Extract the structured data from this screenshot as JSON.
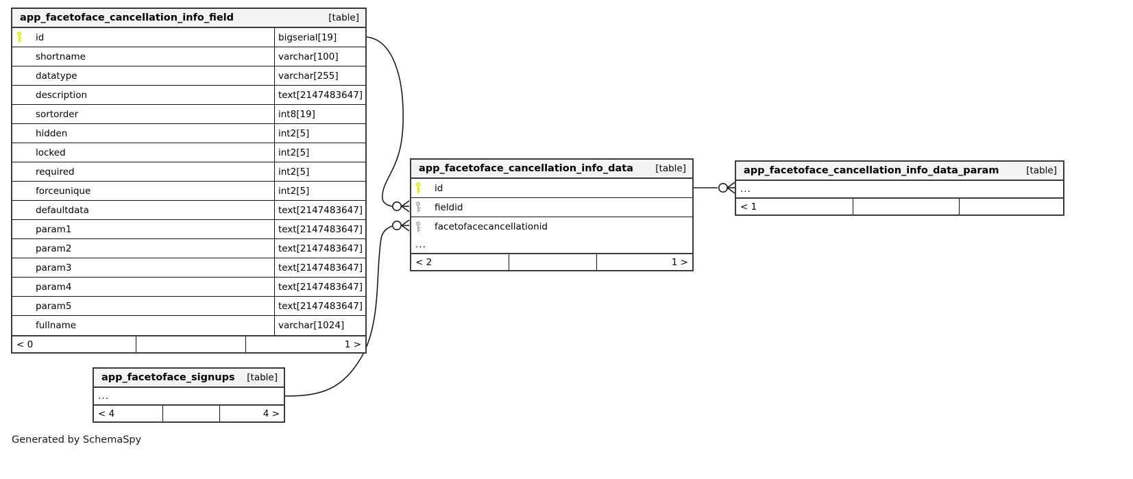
{
  "diagram": {
    "type": "entity-relationship-diagram",
    "generator_caption": "Generated by SchemaSpy",
    "table_tag": "[table]",
    "ellipsis": "...",
    "colors": {
      "primary_key": "#e8e80c",
      "foreign_key": "#b0b0b0",
      "border": "#3a3a3a",
      "header_bg": "#f4f4f4",
      "background": "#ffffff",
      "text": "#000000"
    }
  },
  "tables": {
    "field": {
      "name": "app_facetoface_cancellation_info_field",
      "tag": "[table]",
      "columns": [
        {
          "name": "id",
          "type": "bigserial[19]",
          "key": "primary"
        },
        {
          "name": "shortname",
          "type": "varchar[100]",
          "key": "none"
        },
        {
          "name": "datatype",
          "type": "varchar[255]",
          "key": "none"
        },
        {
          "name": "description",
          "type": "text[2147483647]",
          "key": "none"
        },
        {
          "name": "sortorder",
          "type": "int8[19]",
          "key": "none"
        },
        {
          "name": "hidden",
          "type": "int2[5]",
          "key": "none"
        },
        {
          "name": "locked",
          "type": "int2[5]",
          "key": "none"
        },
        {
          "name": "required",
          "type": "int2[5]",
          "key": "none"
        },
        {
          "name": "forceunique",
          "type": "int2[5]",
          "key": "none"
        },
        {
          "name": "defaultdata",
          "type": "text[2147483647]",
          "key": "none"
        },
        {
          "name": "param1",
          "type": "text[2147483647]",
          "key": "none"
        },
        {
          "name": "param2",
          "type": "text[2147483647]",
          "key": "none"
        },
        {
          "name": "param3",
          "type": "text[2147483647]",
          "key": "none"
        },
        {
          "name": "param4",
          "type": "text[2147483647]",
          "key": "none"
        },
        {
          "name": "param5",
          "type": "text[2147483647]",
          "key": "none"
        },
        {
          "name": "fullname",
          "type": "varchar[1024]",
          "key": "none"
        }
      ],
      "footer": {
        "left": "< 0",
        "middle": "",
        "right": "1 >"
      }
    },
    "data": {
      "name": "app_facetoface_cancellation_info_data",
      "tag": "[table]",
      "columns": [
        {
          "name": "id",
          "type": "",
          "key": "primary"
        },
        {
          "name": "fieldid",
          "type": "",
          "key": "foreign"
        },
        {
          "name": "facetofacecancellationid",
          "type": "",
          "key": "foreign"
        }
      ],
      "has_ellipsis_row": true,
      "footer": {
        "left": "< 2",
        "middle": "",
        "right": "1 >"
      }
    },
    "data_param": {
      "name": "app_facetoface_cancellation_info_data_param",
      "tag": "[table]",
      "columns": [],
      "has_ellipsis_row": true,
      "footer": {
        "left": "< 1",
        "middle": "",
        "right": ""
      }
    },
    "signups": {
      "name": "app_facetoface_signups",
      "tag": "[table]",
      "columns": [],
      "has_ellipsis_row": true,
      "footer": {
        "left": "< 4",
        "middle": "",
        "right": "4 >"
      }
    }
  },
  "relationships": [
    {
      "from": "field.id",
      "to": "data.fieldid",
      "cardinality": "one-to-many"
    },
    {
      "from": "signups",
      "to": "data.facetofacecancellationid",
      "cardinality": "one-to-many"
    },
    {
      "from": "data.id",
      "to": "data_param",
      "cardinality": "one-to-many"
    }
  ]
}
